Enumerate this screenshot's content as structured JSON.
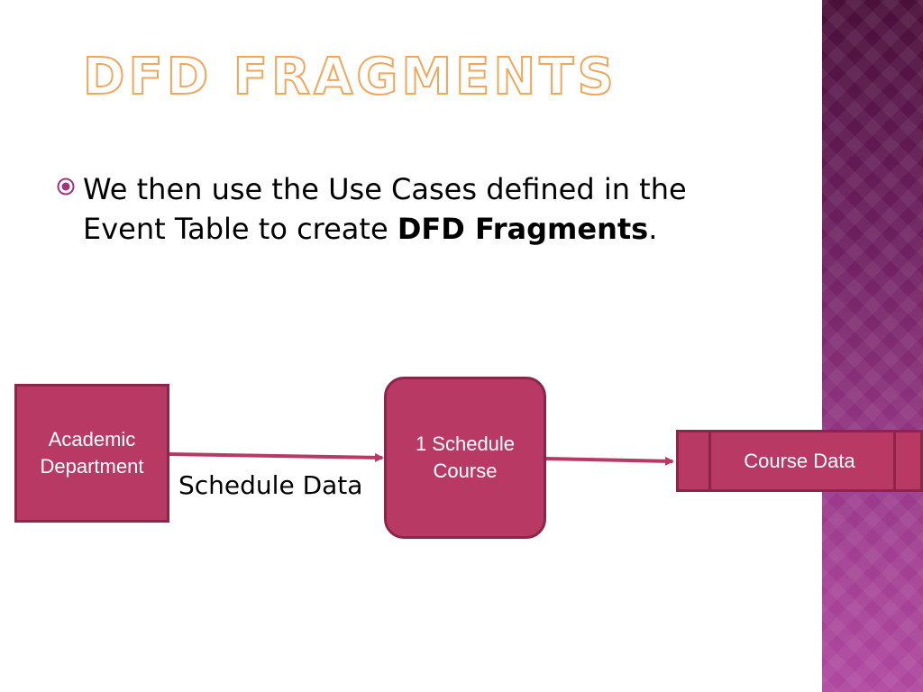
{
  "slide": {
    "title": "DFD Fragments",
    "bullet": {
      "text_before": "We then use the Use Cases defined in the Event Table to create ",
      "bold": "DFD Fragments",
      "text_after": "."
    }
  },
  "diagram": {
    "external_entity": {
      "line1": "Academic",
      "line2": "Department"
    },
    "process": {
      "line1": "1 Schedule",
      "line2": "Course"
    },
    "data_store": {
      "label": "Course Data"
    },
    "flow_label": "Schedule Data"
  },
  "colors": {
    "title_outline": "#f2a65a",
    "shape_fill": "#b83a64",
    "shape_border": "#8c2548",
    "arrow": "#b83a64",
    "bullet_icon": "#a3337a"
  }
}
